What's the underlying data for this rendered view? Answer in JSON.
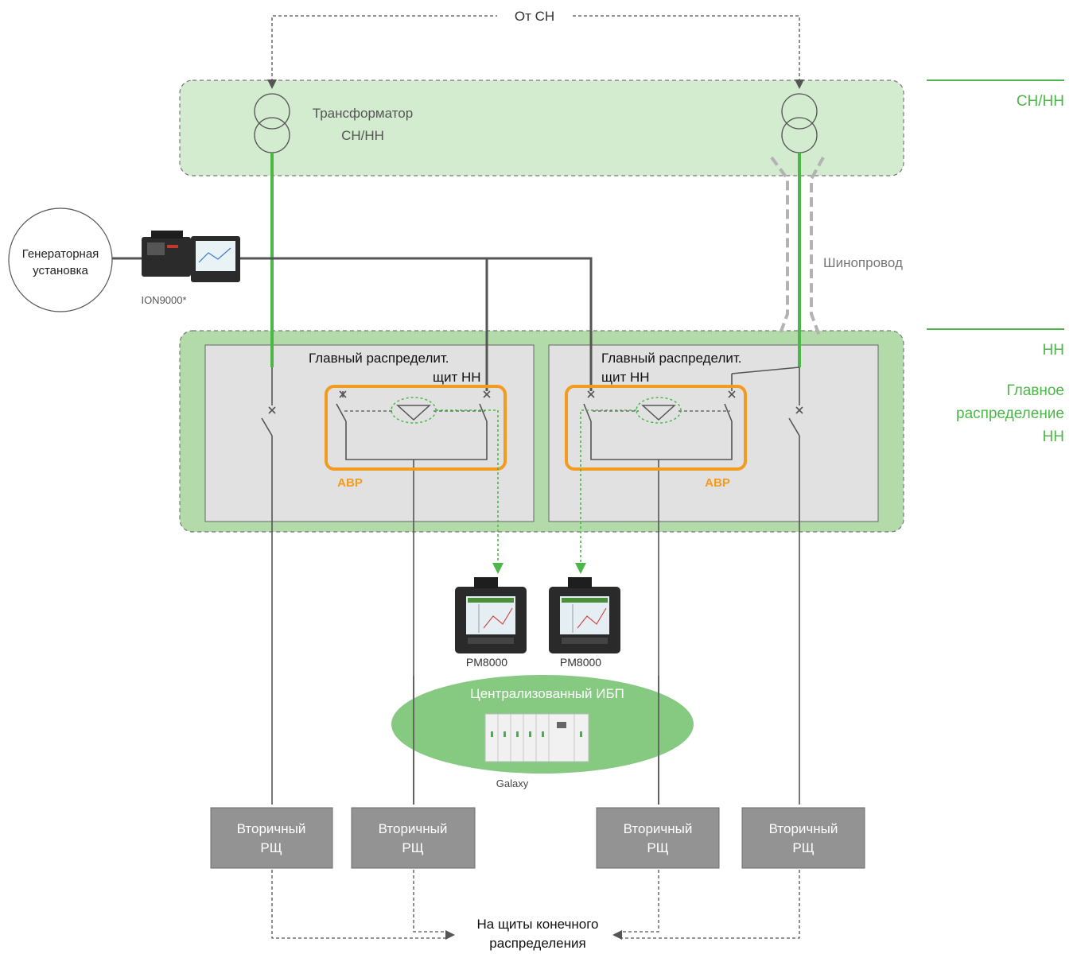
{
  "top_label": "От СН",
  "transformer_label_line1": "Трансформатор",
  "transformer_label_line2": "СН/НН",
  "generator_line1": "Генераторная",
  "generator_line2": "установка",
  "ion_label": "ION9000*",
  "busway_label": "Шинопровод",
  "side_labels": {
    "mv_lv": "СН/НН",
    "lv": "НН",
    "main_dist_line1": "Главное",
    "main_dist_line2": "распределение",
    "main_dist_line3": "НН"
  },
  "switchboards": [
    {
      "line1": "Главный распределит.",
      "line2": "щит НН",
      "ats": "АВР"
    },
    {
      "line1": "Главный распределит.",
      "line2": "щит НН",
      "ats": "АВР"
    }
  ],
  "meters": [
    "PM8000",
    "PM8000"
  ],
  "ups_title": "Централизованный ИБП",
  "ups_label": "Galaxy",
  "secondary_boards": [
    {
      "line1": "Вторичный",
      "line2": "РЩ"
    },
    {
      "line1": "Вторичный",
      "line2": "РЩ"
    },
    {
      "line1": "Вторичный",
      "line2": "РЩ"
    },
    {
      "line1": "Вторичный",
      "line2": "РЩ"
    }
  ],
  "bottom_label_line1": "На щиты конечного",
  "bottom_label_line2": "распределения",
  "colors": {
    "green_line": "#4cb748",
    "green_text": "#4cb748",
    "mv_zone": "#d3ecd0",
    "lv_zone": "#b2dba9",
    "switchboard_bg": "#e1e1e1",
    "orange": "#f39b1f",
    "secondary_bg": "#939393",
    "ups_fill": "#86c980",
    "wire": "#555555"
  }
}
